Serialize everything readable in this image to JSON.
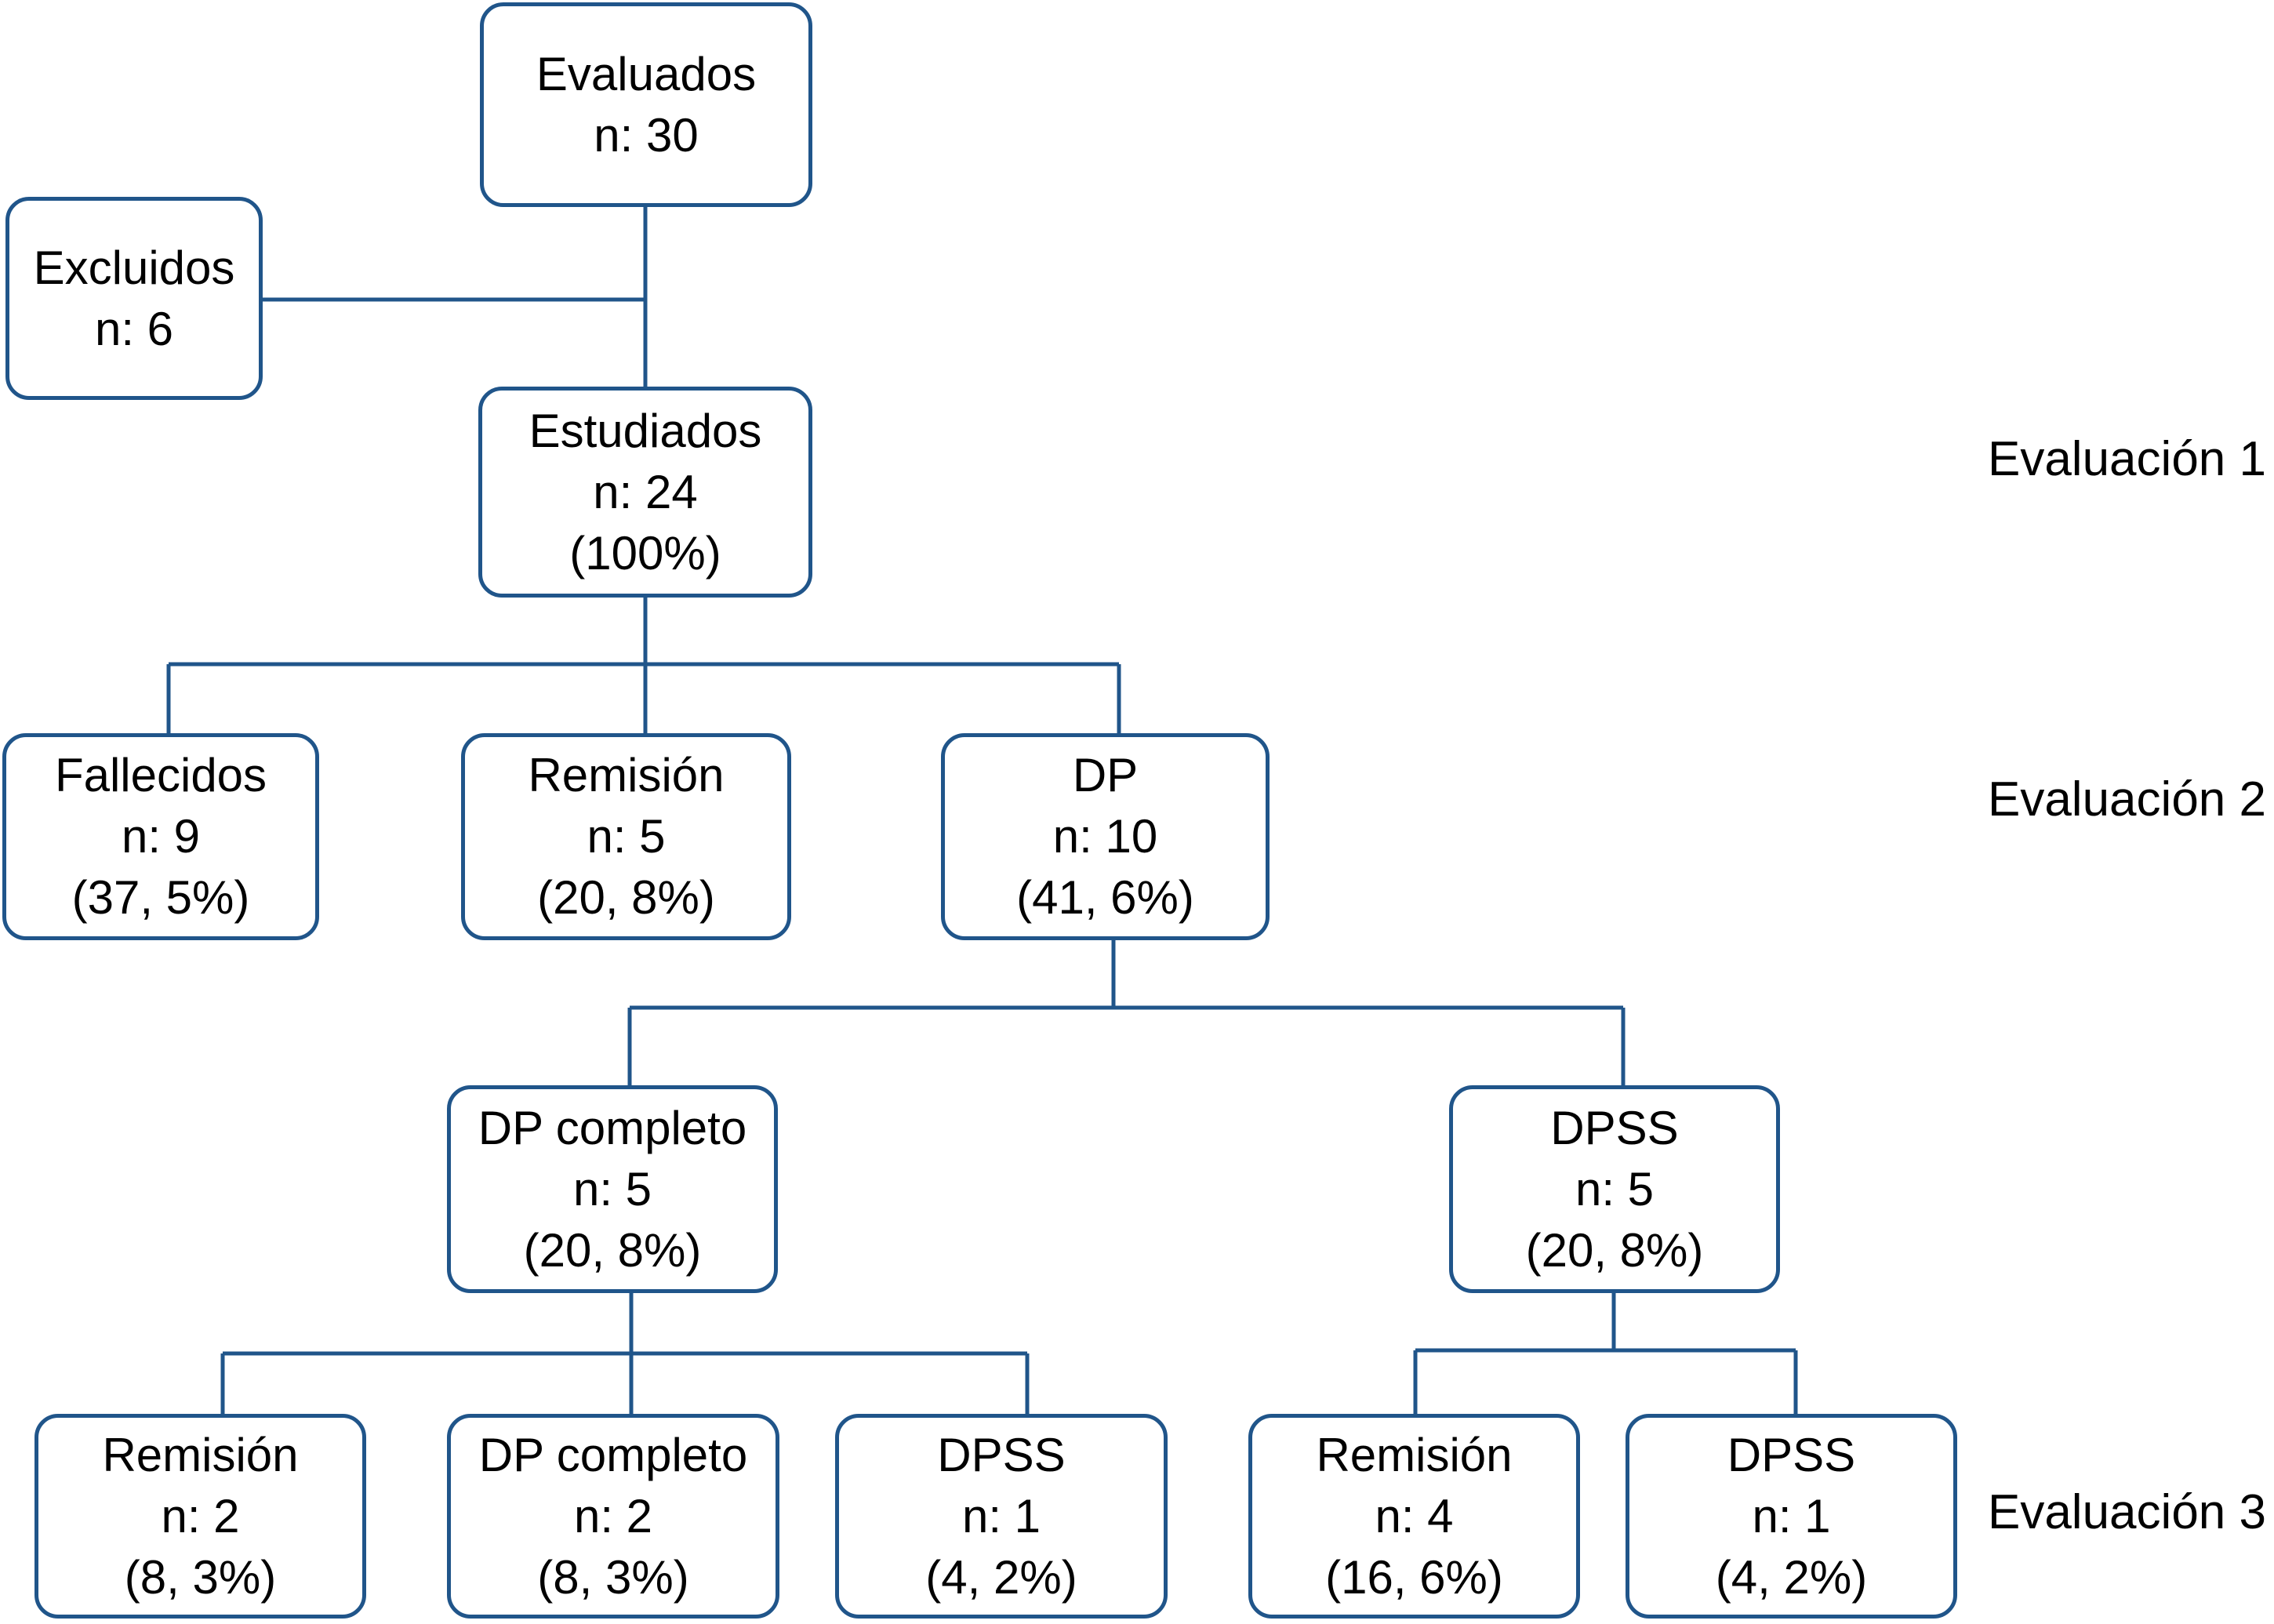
{
  "flowchart": {
    "nodes": {
      "evaluados": {
        "label": "Evaluados",
        "n": "n: 30"
      },
      "excluidos": {
        "label": "Excluidos",
        "n": "n: 6"
      },
      "estudiados": {
        "label": "Estudiados",
        "n": "n: 24",
        "pct": "(100%)"
      },
      "fallecidos": {
        "label": "Fallecidos",
        "n": "n: 9",
        "pct": "(37, 5%)"
      },
      "remision2": {
        "label": "Remisión",
        "n": "n: 5",
        "pct": "(20, 8%)"
      },
      "dp": {
        "label": "DP",
        "n": "n: 10",
        "pct": "(41, 6%)"
      },
      "dp_completo": {
        "label": "DP completo",
        "n": "n: 5",
        "pct": "(20, 8%)"
      },
      "dpss": {
        "label": "DPSS",
        "n": "n: 5",
        "pct": "(20, 8%)"
      },
      "remision3a": {
        "label": "Remisión",
        "n": "n: 2",
        "pct": "(8, 3%)"
      },
      "dp_completo3": {
        "label": "DP completo",
        "n": "n: 2",
        "pct": "(8, 3%)"
      },
      "dpss3a": {
        "label": "DPSS",
        "n": "n: 1",
        "pct": "(4, 2%)"
      },
      "remision3b": {
        "label": "Remisión",
        "n": "n: 4",
        "pct": "(16, 6%)"
      },
      "dpss3b": {
        "label": "DPSS",
        "n": "n: 1",
        "pct": "(4, 2%)"
      }
    },
    "stage_labels": [
      "Evaluación 1",
      "Evaluación 2",
      "Evaluación 3"
    ],
    "colors": {
      "box_border": "#20558A",
      "text": "#000000",
      "background": "#FFFFFF"
    }
  }
}
